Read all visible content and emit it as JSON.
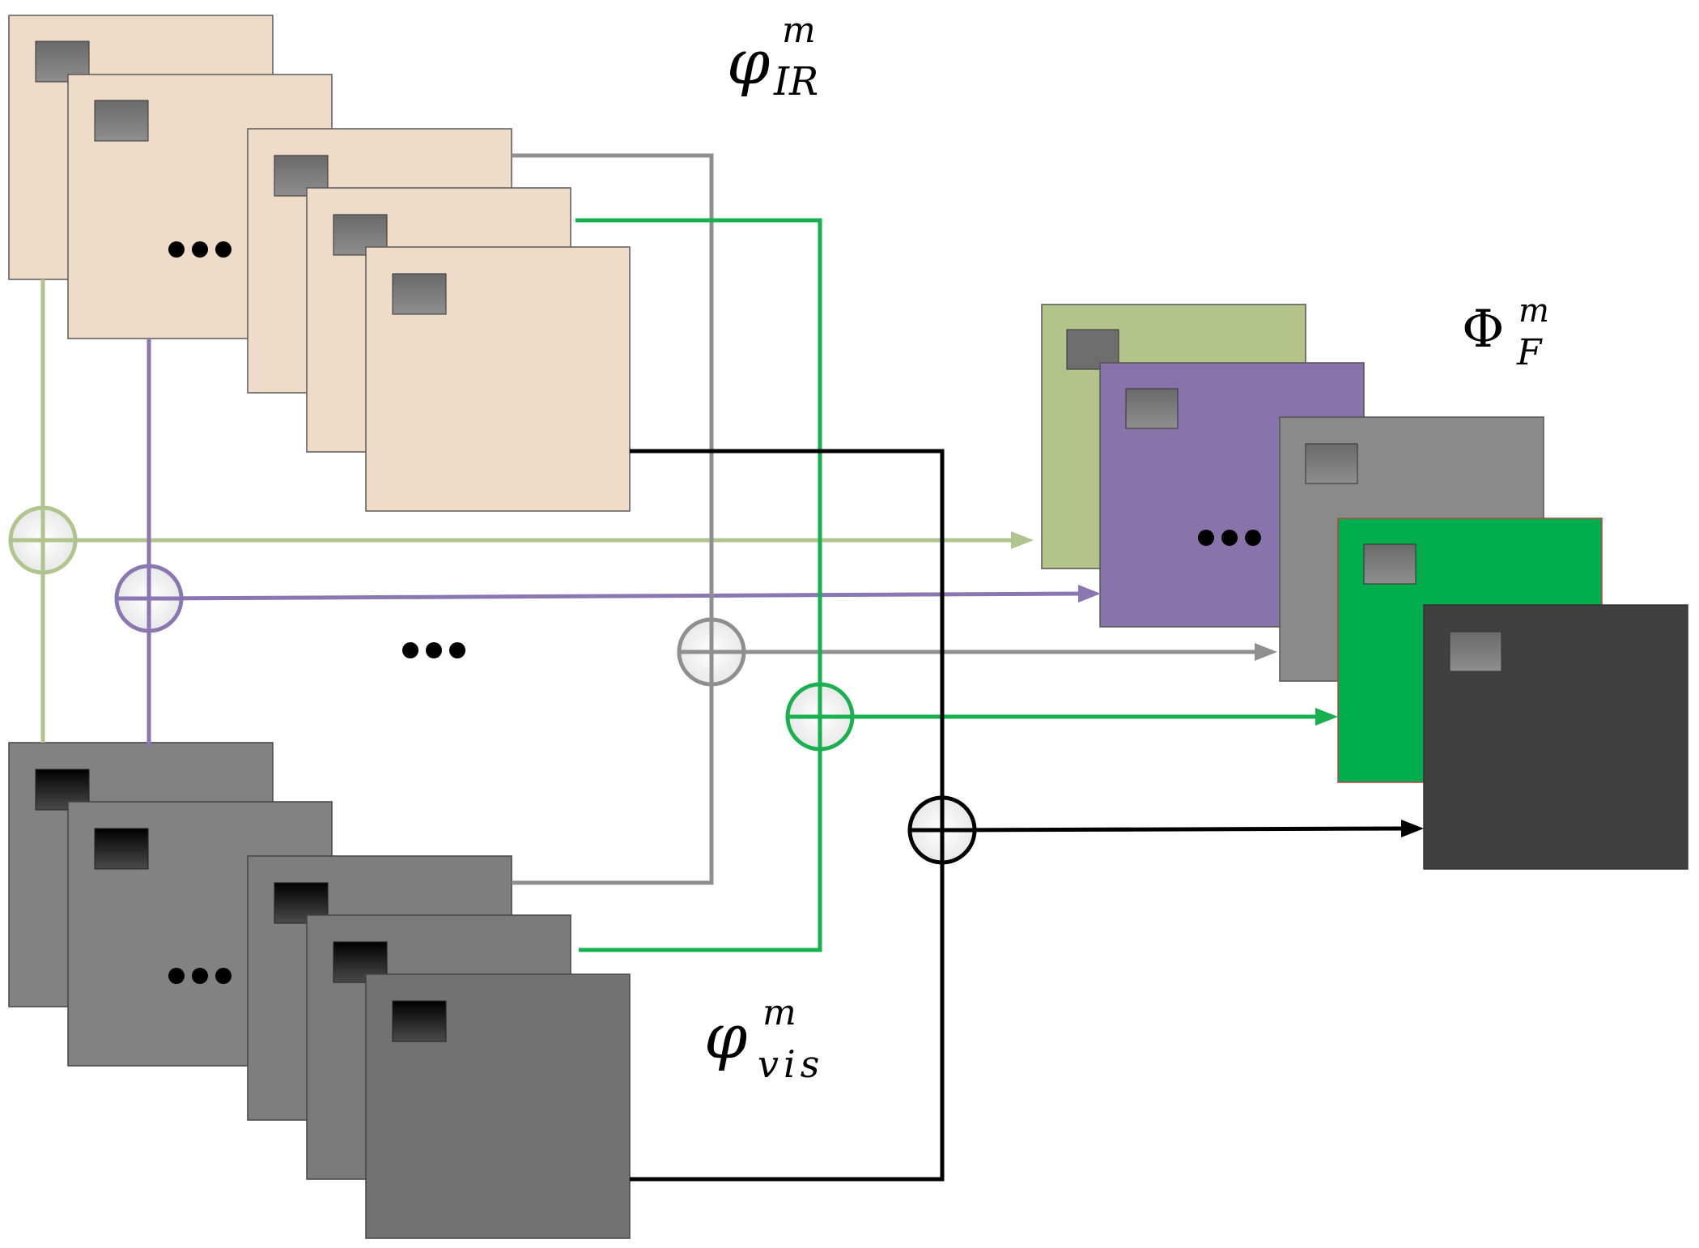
{
  "labels": {
    "ir": {
      "base": "φ",
      "sup": "m",
      "sub": "IR"
    },
    "vis": {
      "base": "φ",
      "sup": "m",
      "sub": "vis"
    },
    "fused": {
      "base": "Φ",
      "sup": "m",
      "sub": "F"
    }
  },
  "colors": {
    "ir_map": "#eedcc8",
    "vis_map_a": "#828282",
    "vis_map_b": "#727272",
    "fused_1": "#b3c389",
    "fused_2": "#8874aa",
    "fused_3": "#8a8a8a",
    "fused_4": "#00ad4c",
    "fused_5": "#404040",
    "line_olive": "#b1c48e",
    "line_purple": "#8a76b0",
    "line_gray": "#8f8f8f",
    "line_green": "#19b14f",
    "line_black": "#000000"
  },
  "icons": {
    "adder": "circled-plus-icon",
    "arrow": "arrowhead-icon",
    "ellipsis": "ellipsis-dots-icon"
  }
}
